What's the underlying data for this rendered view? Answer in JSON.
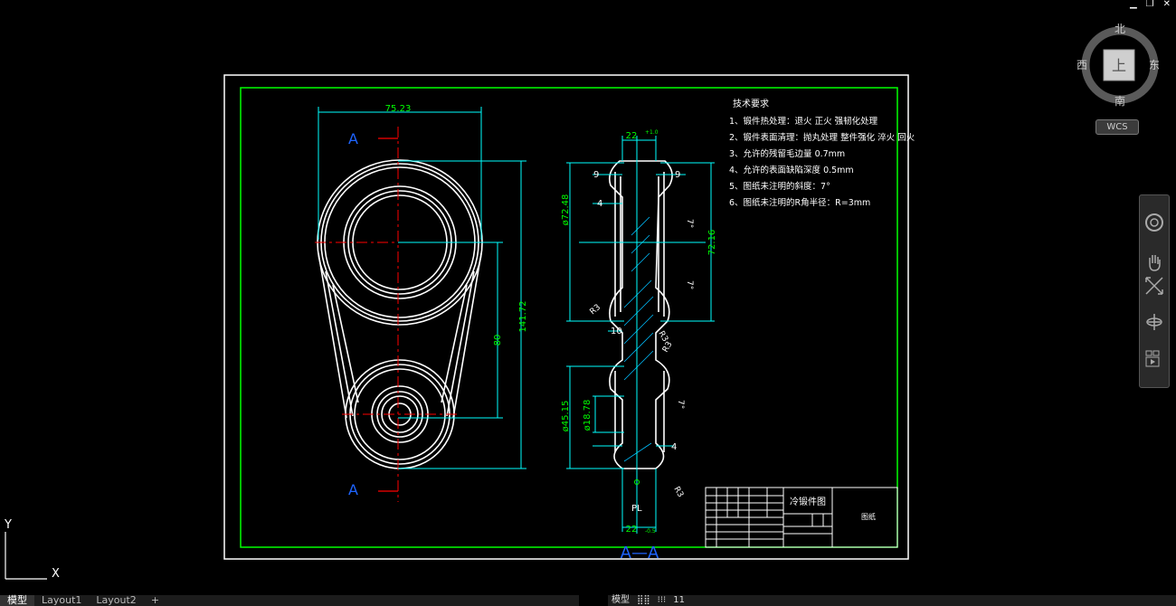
{
  "window_controls": {
    "minimize": "▁",
    "restore": "❐",
    "close": "✕"
  },
  "viewcube": {
    "north": "北",
    "south": "南",
    "west": "西",
    "east": "东",
    "face": "上",
    "wcs_label": "WCS"
  },
  "ucs": {
    "x_label": "X",
    "y_label": "Y"
  },
  "layout_tabs": [
    {
      "label": "模型",
      "active": true
    },
    {
      "label": "Layout1",
      "active": false
    },
    {
      "label": "Layout2",
      "active": false
    },
    {
      "label": "+",
      "active": false
    }
  ],
  "status_bar": {
    "model_label": "模型",
    "grid": "⣿⣿",
    "snap": "⁝⁝⁝",
    "scale": "11"
  },
  "drawing": {
    "section_marker": "A",
    "section_title": "A—A",
    "tech_title": "技术要求",
    "tech_items": [
      "1、锻件热处理：退火 正火 强韧化处理",
      "2、锻件表面清理：抛丸处理 整件强化 淬火 回火",
      "3、允许的残留毛边量 0.7mm",
      "4、允许的表面缺陷深度 0.5mm",
      "5、图纸未注明的斜度：7°",
      "6、图纸未注明的R角半径：R=3mm"
    ],
    "dims": {
      "top_width": "75.23",
      "overall_height": "141.72",
      "center_distance": "80",
      "section_top": "22",
      "section_bottom": "22",
      "tol_top": "+1.0",
      "tol_bottom": "-0.5",
      "dia_big": "ø72.48",
      "dia_small": "ø45.15",
      "dia_hole": "ø18.78",
      "height_big": "72.16",
      "nine": "9",
      "four": "4",
      "ten": "10",
      "seven": "7°",
      "r3": "R3",
      "pl": "PL"
    },
    "title_block": {
      "name": "冷锻件图",
      "note": "图纸"
    }
  },
  "colors": {
    "frame": "#ffffff",
    "border": "#00ff00",
    "dim": "#00ffff",
    "center": "#ff0000",
    "text_dim": "#00ff00",
    "section": "#0000ff",
    "hatch": "#00bfff"
  }
}
